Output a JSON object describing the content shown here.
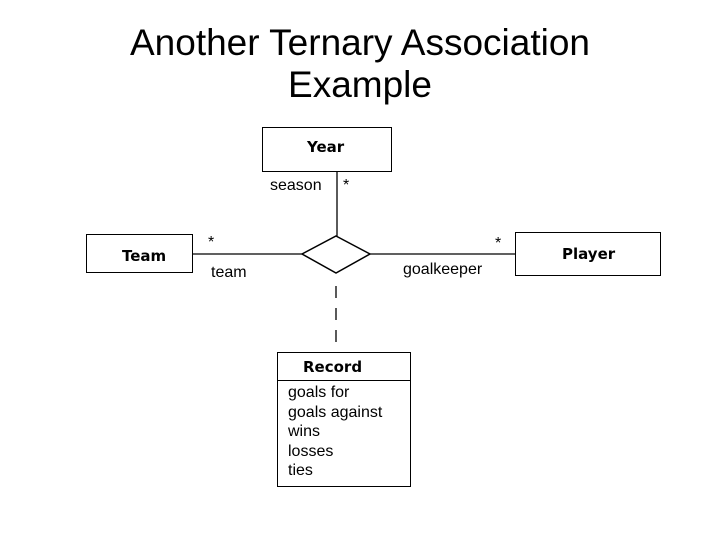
{
  "title": {
    "line1": "Another Ternary Association",
    "line2": "Example"
  },
  "classes": {
    "year": {
      "name": "Year"
    },
    "team": {
      "name": "Team"
    },
    "player": {
      "name": "Player"
    },
    "record": {
      "name": "Record",
      "attributes": [
        "goals for",
        "goals against",
        "wins",
        "losses",
        "ties"
      ]
    }
  },
  "ends": {
    "season": {
      "role": "season",
      "multiplicity": "*"
    },
    "team": {
      "role": "team",
      "multiplicity": "*"
    },
    "goalkeeper": {
      "role": "goalkeeper",
      "multiplicity": "*"
    }
  }
}
